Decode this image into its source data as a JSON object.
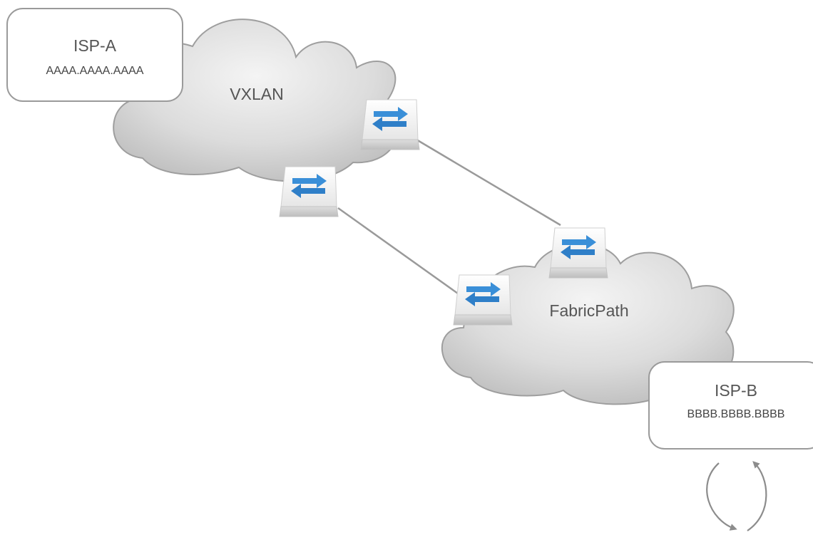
{
  "clouds": {
    "vxlan": {
      "label": "VXLAN"
    },
    "fabricpath": {
      "label": "FabricPath"
    }
  },
  "isp_a": {
    "name": "ISP-A",
    "address": "AAAA.AAAA.AAAA"
  },
  "isp_b": {
    "name": "ISP-B",
    "address": "BBBB.BBBB.BBBB"
  },
  "icons": {
    "switch": "switch-icon",
    "loop": "loop-arrows-icon"
  },
  "colors": {
    "cloud_light": "#f4f4f4",
    "cloud_dark": "#b8b8b8",
    "cloud_edge": "#9e9e9e",
    "box_border": "#9a9a9a",
    "arrow_blue": "#3a8fd8",
    "link_line": "#9a9a9a"
  }
}
